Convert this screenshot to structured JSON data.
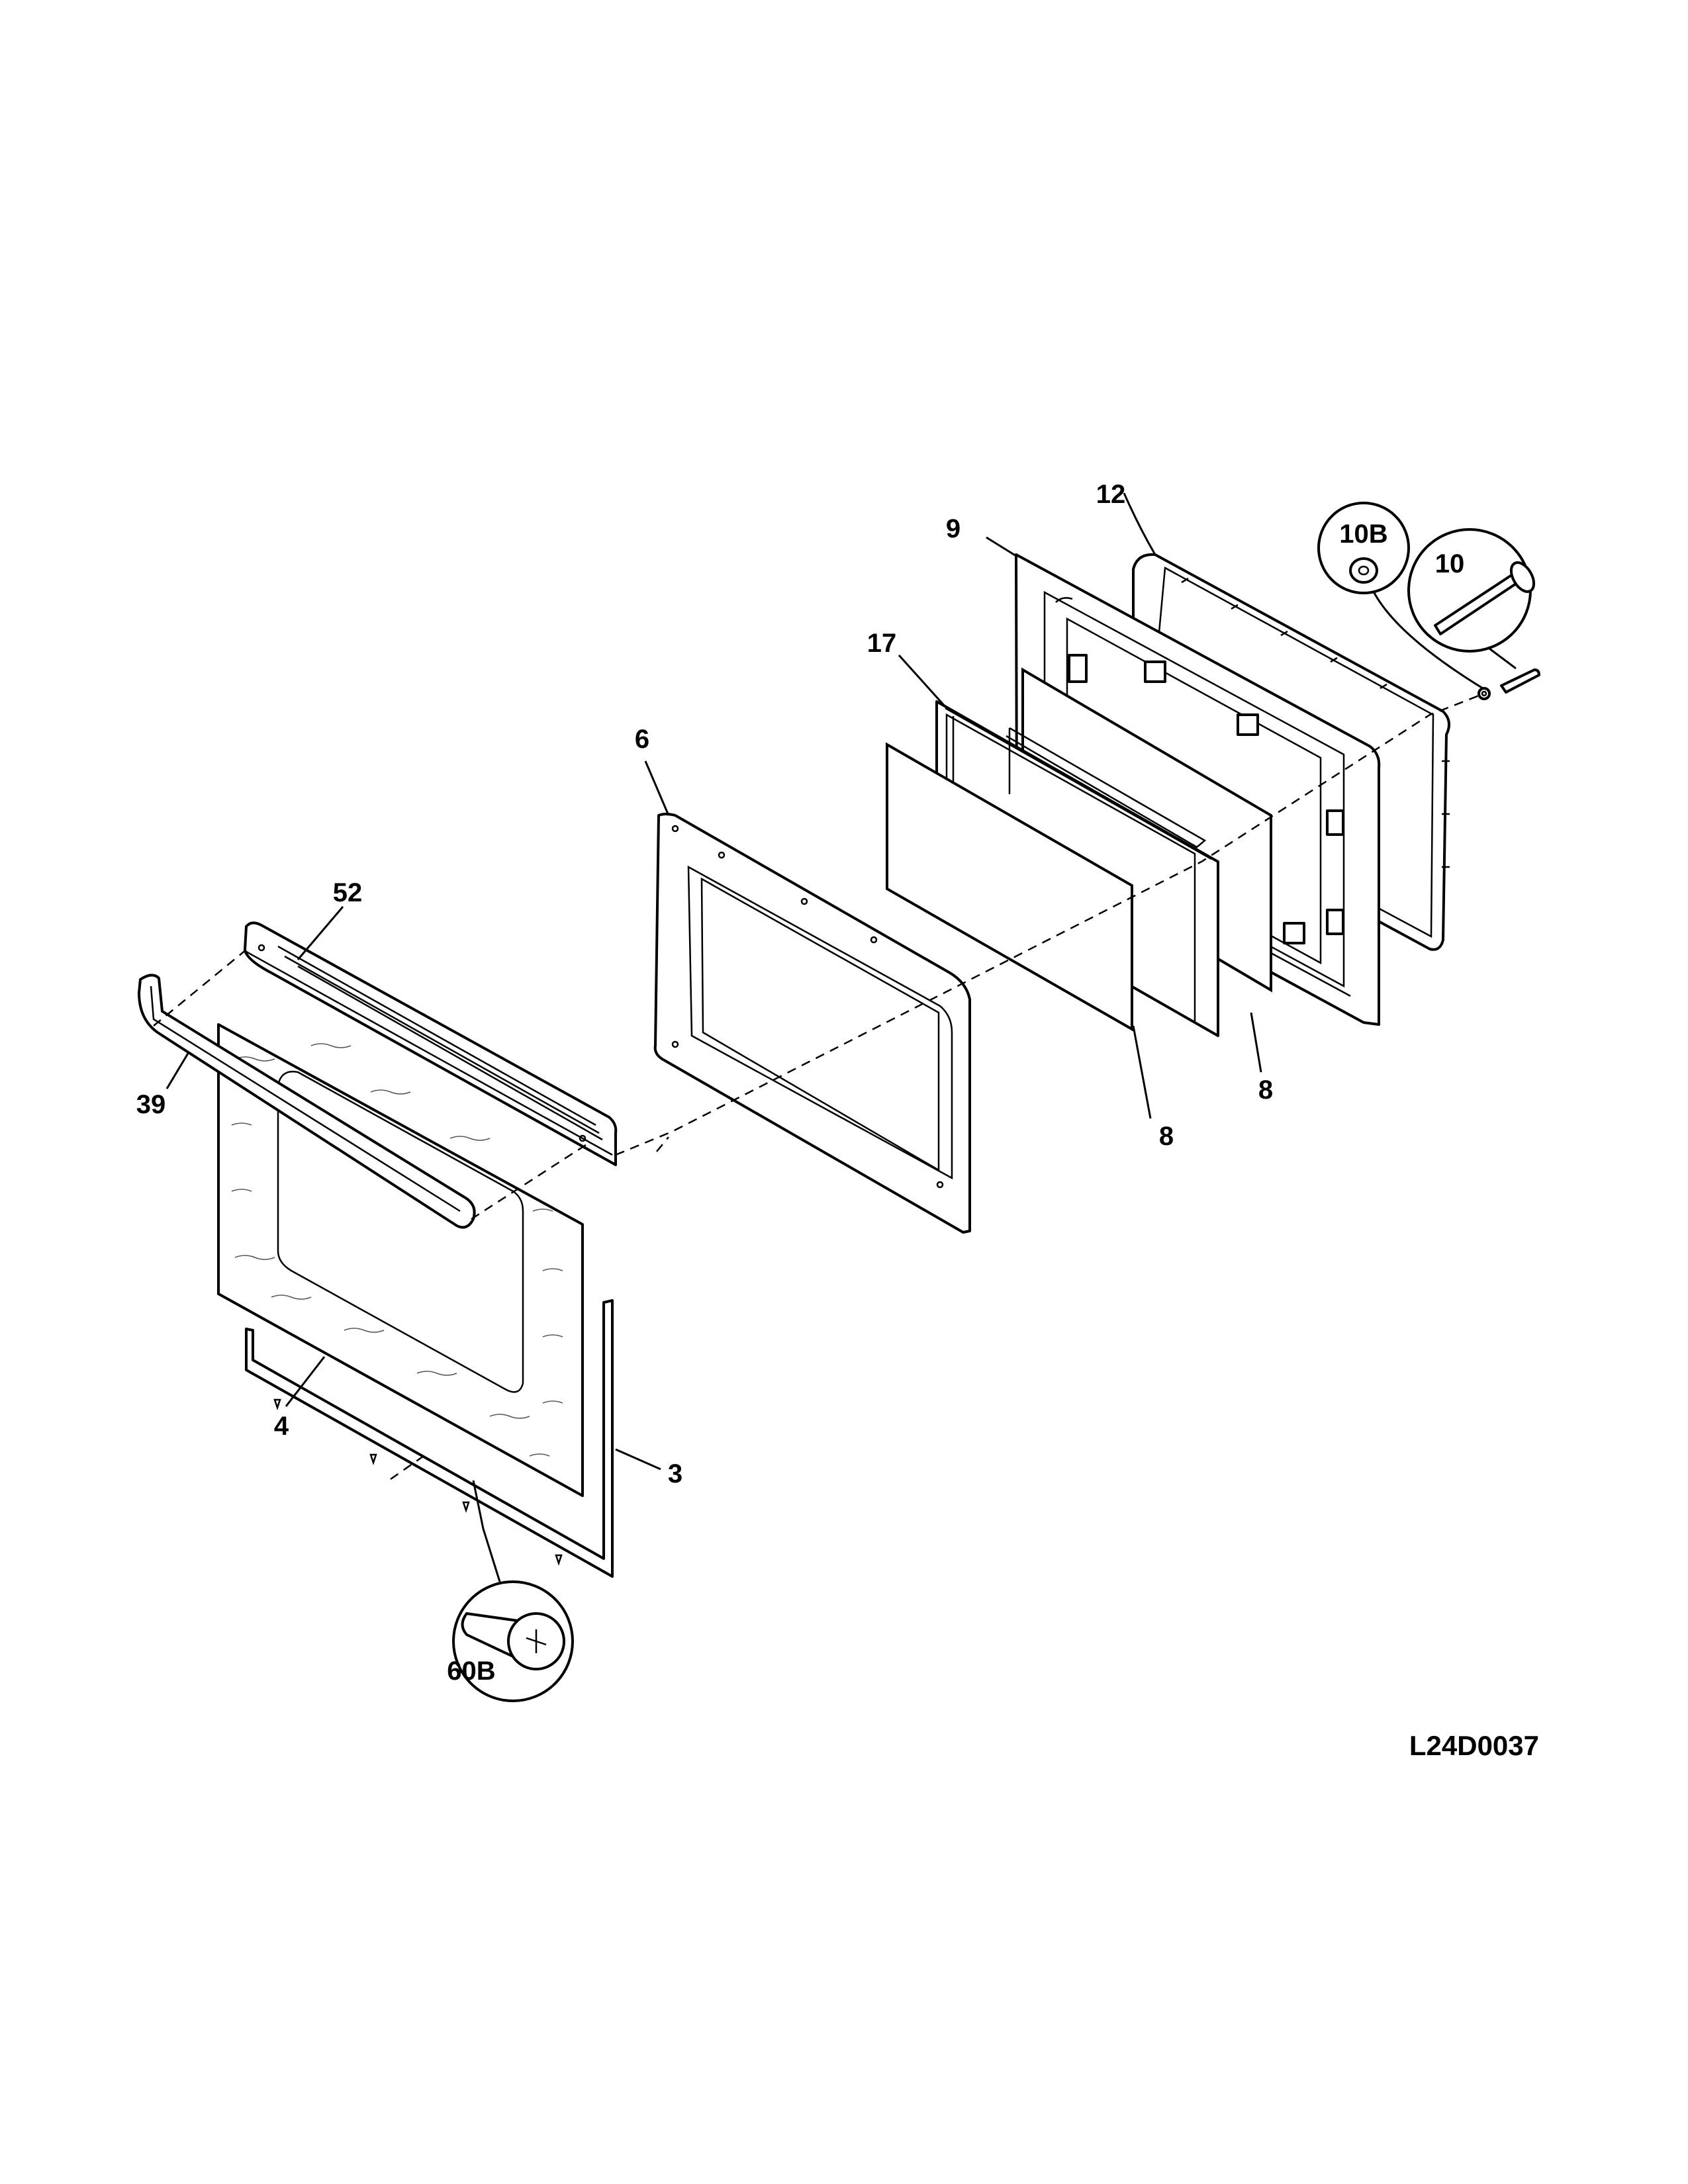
{
  "callouts": {
    "p12": "12",
    "p9": "9",
    "p10b": "10B",
    "p10": "10",
    "p17": "17",
    "p6": "6",
    "p52": "52",
    "p39": "39",
    "p8a": "8",
    "p8b": "8",
    "p4": "4",
    "p3": "3",
    "p60b": "60B"
  },
  "drawing_code": "L24D0037",
  "colors": {
    "line": "#000000",
    "background": "#ffffff"
  }
}
